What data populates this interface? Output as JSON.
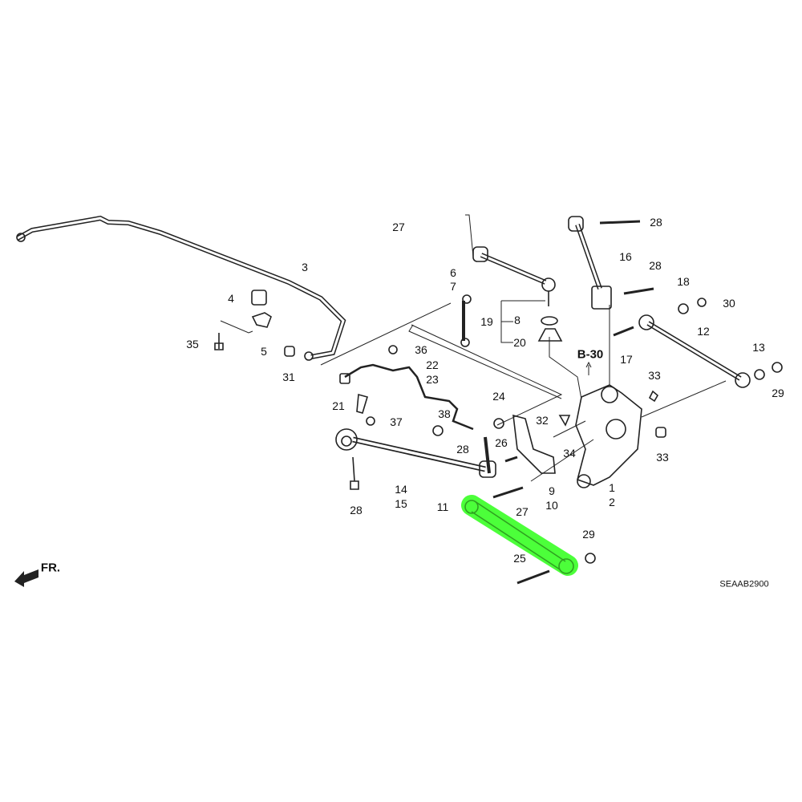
{
  "diagram": {
    "highlight_color": "#4cff3a",
    "diagram_code": "SEAAB2900",
    "reference": "B-30",
    "front_marker": "FR.",
    "callouts": [
      "27",
      "28",
      "16",
      "28",
      "18",
      "30",
      "3",
      "4",
      "6",
      "7",
      "8",
      "19",
      "20",
      "35",
      "5",
      "36",
      "31",
      "22",
      "23",
      "12",
      "13",
      "17",
      "33",
      "29",
      "21",
      "24",
      "38",
      "37",
      "32",
      "28",
      "26",
      "34",
      "33",
      "14",
      "15",
      "9",
      "10",
      "1",
      "2",
      "28",
      "11",
      "27",
      "29",
      "25"
    ]
  }
}
